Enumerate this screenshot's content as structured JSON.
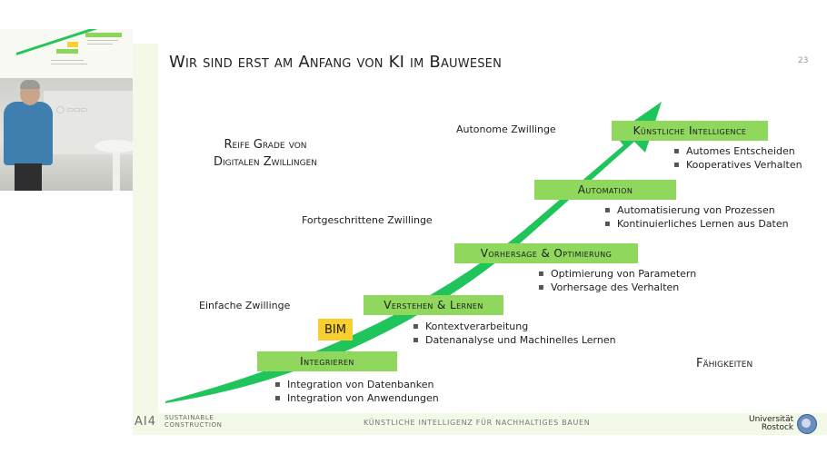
{
  "slide": {
    "title": "Wir sind erst am Anfang von KI im Bauwesen",
    "page_number": "23",
    "left_heading": [
      "Reife Grade von",
      "Digitalen Zwillingen"
    ],
    "right_label": "Fähigkeiten",
    "twin_levels": {
      "autonome": "Autonome Zwillinge",
      "fortgeschritten": "Fortgeschrittene Zwillinge",
      "einfach": "Einfache Zwillinge"
    },
    "bim_label": "BIM",
    "stages": [
      {
        "label": "Integrieren",
        "bullets": [
          "Integration von Datenbanken",
          "Integration von Anwendungen"
        ]
      },
      {
        "label": "Verstehen & Lernen",
        "bullets": [
          "Kontextverarbeitung",
          "Datenanalyse und Machinelles Lernen"
        ]
      },
      {
        "label": "Vorhersage & Optimierung",
        "bullets": [
          "Optimierung von Parametern",
          "Vorhersage des Verhalten"
        ]
      },
      {
        "label": "Automation",
        "bullets": [
          "Automatisierung von Prozessen",
          "Kontinuierliches Lernen aus Daten"
        ]
      },
      {
        "label": "Künstliche Intelligence",
        "bullets": [
          "Automes Entscheiden",
          "Kooperatives Verhalten"
        ]
      }
    ]
  },
  "footer": {
    "logo_mark": "AI4",
    "logo_line1": "SUSTAINABLE",
    "logo_line2": "CONSTRUCTION",
    "center_text": "KÜNSTLICHE INTELLIGENZ FÜR NACHHALTIGES BAUEN",
    "university_line1": "Universität",
    "university_line2": "Rostock"
  },
  "colors": {
    "arrow": "#1fc45a",
    "stage_box": "#8fd75d",
    "bim_box": "#f8cf2e",
    "footer_band": "#f2f9e6"
  }
}
